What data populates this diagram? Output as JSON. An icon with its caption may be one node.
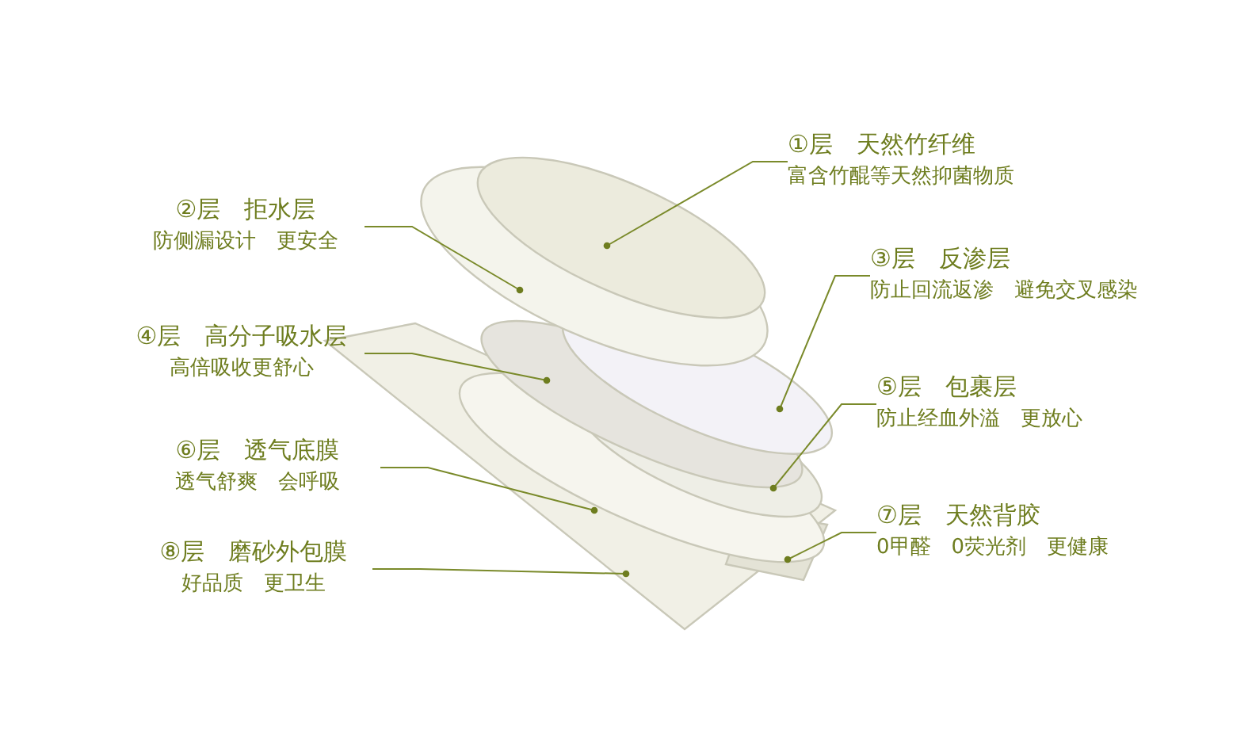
{
  "diagram": {
    "nodes": [
      {
        "text": [
          "①层　天然竹纤维",
          "富含竹醌等天然抑菌物质"
        ]
      },
      {
        "text": [
          "②层　拒水层",
          "防侧漏设计　更安全"
        ]
      },
      {
        "text": [
          "③层　反渗层",
          "防止回流返渗　避免交叉感染"
        ]
      },
      {
        "text": [
          "④层　高分子吸水层",
          "高倍吸收更舒心"
        ]
      },
      {
        "text": [
          "⑤层　包裹层",
          "防止经血外溢　更放心"
        ]
      },
      {
        "text": [
          "⑥层　透气底膜",
          "透气舒爽　会呼吸"
        ]
      },
      {
        "text": [
          "⑦层　天然背胶",
          "0甲醛　0荧光剂　更健康"
        ]
      },
      {
        "text": [
          "⑧层　磨砂外包膜",
          "好品质　更卫生"
        ]
      }
    ],
    "edges": [
      {
        "from": 0,
        "to": null,
        "arrow": "other"
      },
      {
        "from": 1,
        "to": null,
        "arrow": "other"
      },
      {
        "from": 2,
        "to": null,
        "arrow": "other"
      },
      {
        "from": 3,
        "to": null,
        "arrow": "other"
      },
      {
        "from": 4,
        "to": null,
        "arrow": "other"
      },
      {
        "from": 5,
        "to": null,
        "arrow": "other"
      },
      {
        "from": 6,
        "to": null,
        "arrow": "other"
      },
      {
        "from": 7,
        "to": null,
        "arrow": "other"
      }
    ]
  }
}
